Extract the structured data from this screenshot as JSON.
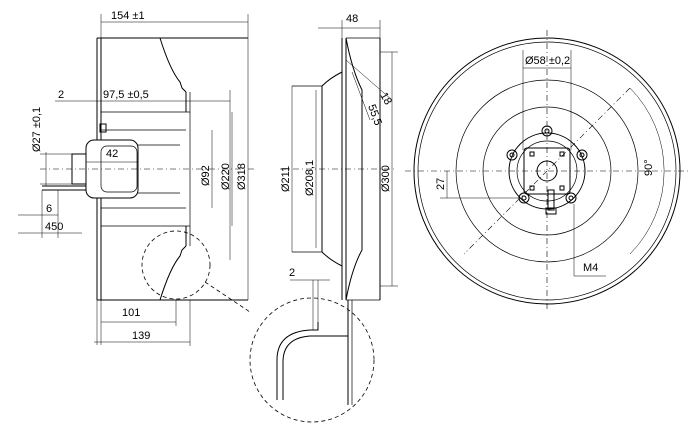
{
  "dimensions": {
    "width_total": "154 ±1",
    "hub_offset": "97,5 ±0,5",
    "lead_offset": "2",
    "shaft_dia": "Ø27 ±0,1",
    "motor_len": "42",
    "cable_stub": "6",
    "cable_len": "450",
    "dia_92": "Ø92",
    "dia_220": "Ø220",
    "dia_318": "Ø318",
    "depth_101": "101",
    "depth_139": "139",
    "inlet_48": "48",
    "inlet_18": "18",
    "inlet_55_5": "55,5",
    "dia_211": "Ø211",
    "dia_208_1": "Ø208,1",
    "dia_300": "Ø300",
    "detail_2": "2",
    "bolt_circle": "Ø58 ±0,2",
    "offset_27": "27",
    "angle_90": "90°",
    "thread_m4": "M4"
  }
}
